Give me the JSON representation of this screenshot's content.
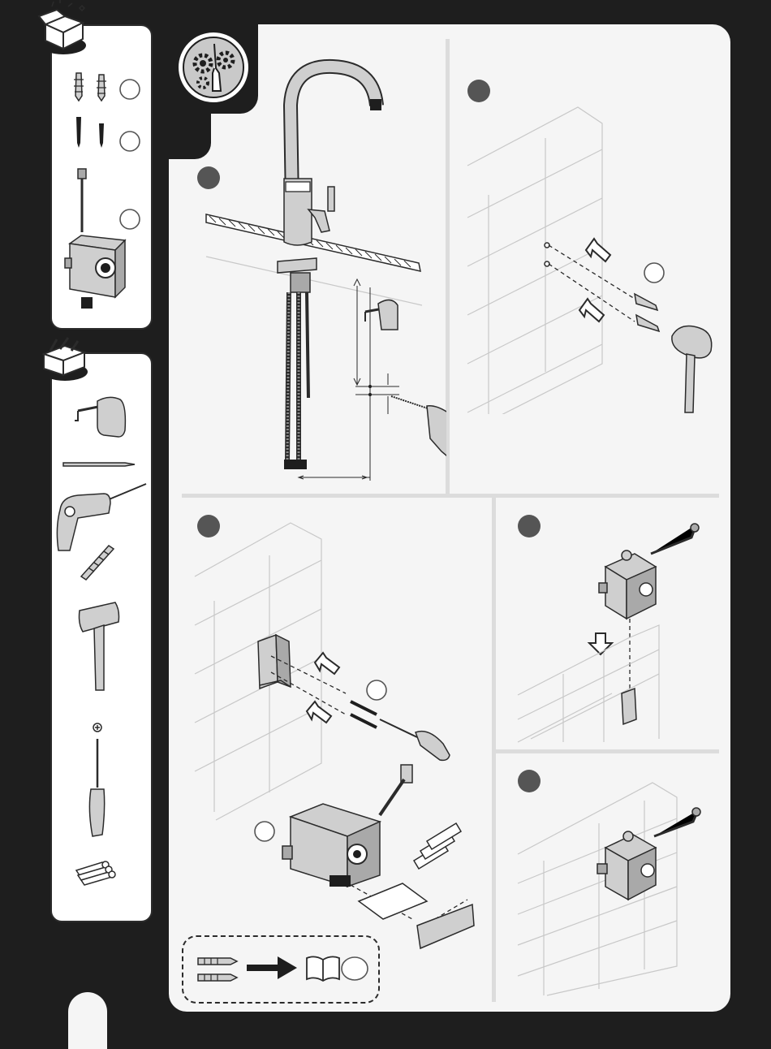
{
  "page": {
    "background": "#1e1e1e",
    "panel_color": "#f5f5f5",
    "divider_color": "#dcdcdc",
    "step_badge_color": "#555555"
  },
  "sidebar": {
    "contents_icon": "open-box-icon",
    "contents_items": [
      {
        "name": "wall-plug-icon",
        "label": ""
      },
      {
        "name": "screw-icon",
        "label": ""
      },
      {
        "name": "control-box-icon",
        "label": ""
      }
    ],
    "tools_icon": "toolbox-icon",
    "tools": [
      "tape-measure-icon",
      "pencil-icon",
      "drill-icon",
      "drill-bit-icon",
      "mallet-icon",
      "phillips-screwdriver-icon",
      "batteries-icon"
    ]
  },
  "panels": [
    {
      "id": "step-1",
      "number": "",
      "content": "faucet-and-drill-illustration"
    },
    {
      "id": "step-2",
      "number": "",
      "content": "wall-plugs-mallet-illustration"
    },
    {
      "id": "step-3",
      "number": "",
      "content": "bracket-screws-batteries-illustration"
    },
    {
      "id": "step-4",
      "number": "",
      "content": "box-mount-on-bracket-illustration"
    },
    {
      "id": "step-5",
      "number": "",
      "content": "box-mounted-illustration"
    }
  ],
  "settings_badge": "gears-screwdriver-icon",
  "note_box": {
    "content": "spare-wall-plugs-refer-to-manual",
    "circle_label": ""
  }
}
